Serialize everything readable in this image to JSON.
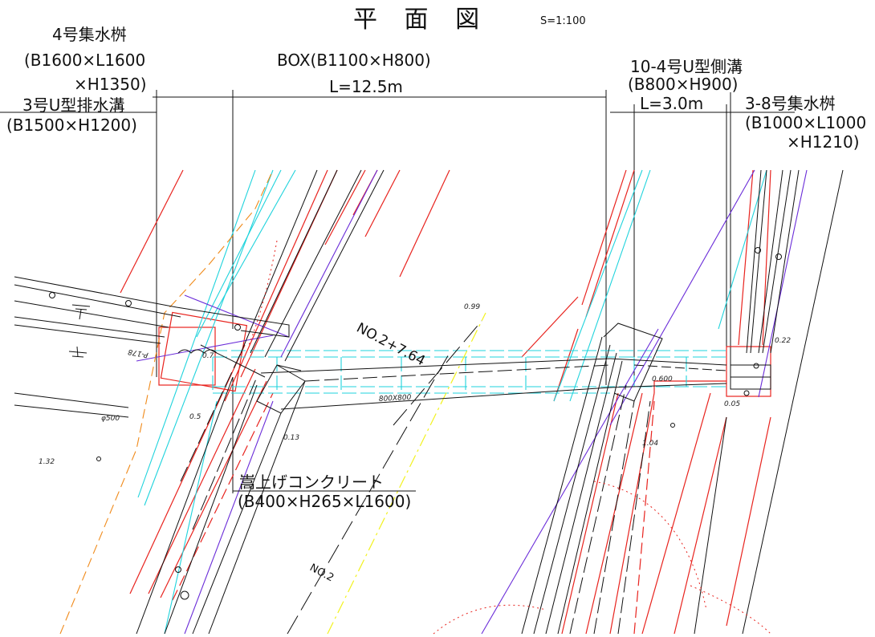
{
  "title": "平 面 図",
  "scale": "S=1:100",
  "labels": {
    "catch_basin_4": {
      "name": "4号集水桝",
      "dims1": "(B1600×L1600",
      "dims2": "×H1350)"
    },
    "drain_3": {
      "name": "3号U型排水溝",
      "dims": "(B1500×H1200)"
    },
    "box": {
      "name": "BOX(B1100×H800)",
      "length": "L=12.5m"
    },
    "ditch_10_4": {
      "name": "10-4号U型側溝",
      "dims": "(B800×H900)",
      "length": "L=3.0m"
    },
    "catch_basin_3_8": {
      "name": "3-8号集水桝",
      "dims1": "(B1000×L1000",
      "dims2": "×H1210)"
    },
    "concrete": {
      "name": "嵩上げコンクリート",
      "dims": "(B400×H265×L1600)"
    }
  },
  "stations": {
    "main": "NO.2+7.64",
    "no2": "NO.2"
  },
  "annotations": {
    "box_size": "800X800",
    "pipe": "P-178",
    "phi500": "φ500",
    "v_099": "0.99",
    "v_132": "1.32",
    "v_104": "1.04",
    "v_013": "0.13",
    "v_022": "0.22",
    "v_005": "0.05",
    "v_600": "0.600",
    "v_07": "0.7",
    "v_05": "0.5"
  },
  "colors": {
    "red": "#e8231e",
    "cyan": "#1fd3dc",
    "purple": "#6a2cd8",
    "orange": "#f08a1a",
    "yellow": "#f2f21e",
    "black": "#111111"
  }
}
